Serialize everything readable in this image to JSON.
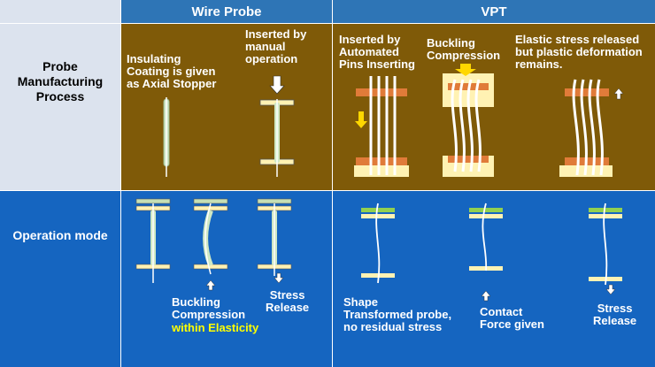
{
  "columns": {
    "wire_probe": "Wire Probe",
    "vpt": "VPT"
  },
  "rows": {
    "manufacturing": "Probe\nManufacturing\nProcess",
    "operation": "Operation mode"
  },
  "manufacturing": {
    "wire_coating": "Insulating\nCoating is given\nas Axial Stopper",
    "wire_manual": "Inserted by\nmanual\noperation",
    "vpt_inserted": "Inserted by\nAutomated\nPins Inserting",
    "vpt_buckling": "Buckling\nCompression",
    "vpt_elastic": "Elastic stress released\nbut plastic deformation\nremains."
  },
  "operation": {
    "wire_buckling": "Buckling\nCompression",
    "wire_elasticity": "within Elasticity",
    "wire_stress_release": "Stress\nRelease",
    "vpt_shape": "Shape\nTransformed probe,\nno residual stress",
    "vpt_contact": "Contact\nForce given",
    "vpt_stress_release": "Stress\nRelease"
  },
  "colors": {
    "header": "#2e75b6",
    "brown_panel": "#7f5a08",
    "blue_panel": "#1565c0",
    "side_light": "#dce3ee",
    "wire": "#cfe8c4",
    "plate_cream": "#fff2b3",
    "plate_orange": "#e07b39",
    "plate_green": "#92d050",
    "arrow_yellow": "#ffd700"
  }
}
